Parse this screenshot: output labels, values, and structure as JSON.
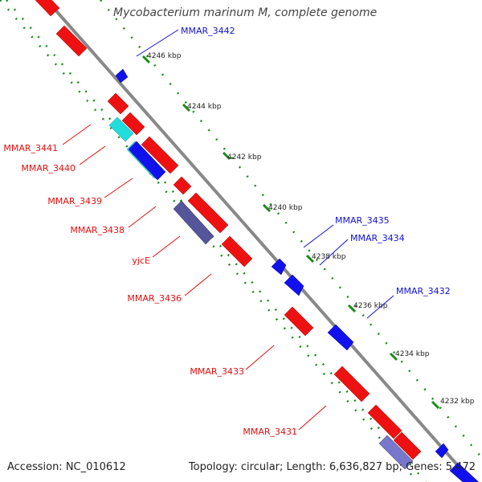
{
  "title": "Mycobacterium marinum M, complete genome",
  "accession": "Accession: NC_010612",
  "summary": "Topology: circular; Length: 6,636,827 bp; Genes: 5,472",
  "colors": {
    "forward_gene": "#ee1111",
    "reverse_gene": "#1111ee",
    "cyan_gene": "#22dddd",
    "purple_gene": "#555599",
    "lavender_gene": "#7777cc",
    "backbone": "#888888",
    "ruler": "#1a8a1a",
    "label_forward": "#dd1111",
    "label_reverse": "#1111cc"
  },
  "ruler_ticks": [
    "4246 kbp",
    "4244 kbp",
    "4242 kbp",
    "4240 kbp",
    "4238 kbp",
    "4236 kbp",
    "4234 kbp",
    "4232 kbp"
  ],
  "gene_labels_forward": [
    "MMAR_3441",
    "MMAR_3440",
    "MMAR_3439",
    "MMAR_3438",
    "yjcE",
    "MMAR_3436",
    "MMAR_3433",
    "MMAR_3431"
  ],
  "gene_labels_reverse": [
    "MMAR_3442",
    "MMAR_3435",
    "MMAR_3434",
    "MMAR_3432"
  ]
}
